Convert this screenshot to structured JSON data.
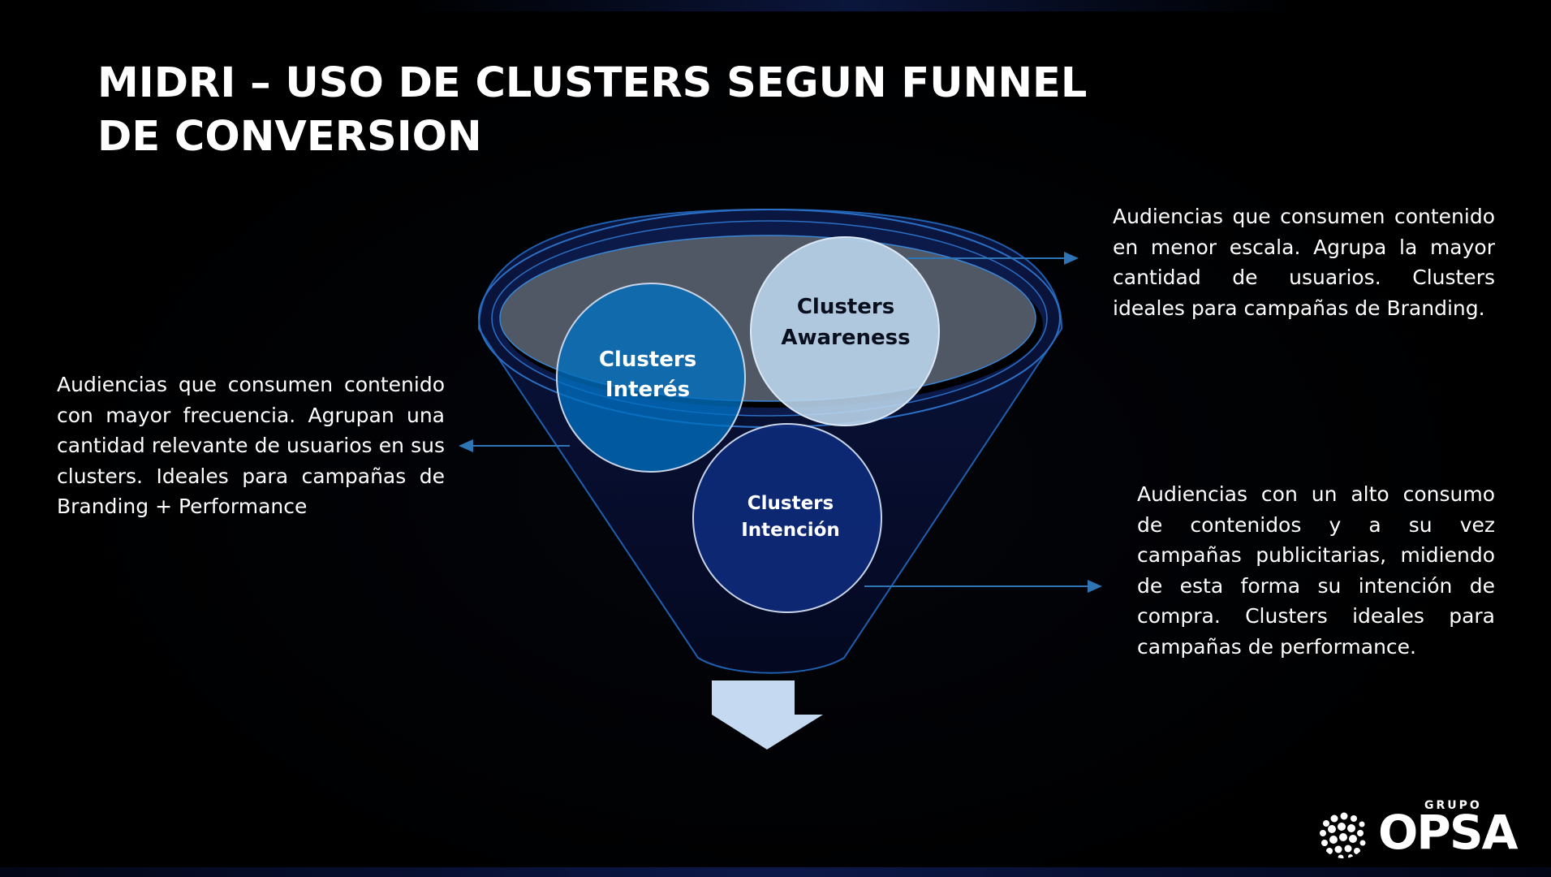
{
  "slide": {
    "title": "MIDRI – USO DE CLUSTERS SEGUN FUNNEL DE CONVERSION"
  },
  "funnel": {
    "circles": {
      "awareness": {
        "line1": "Clusters",
        "line2": "Awareness"
      },
      "interes": {
        "line1": "Clusters",
        "line2": "Interés"
      },
      "intencion": {
        "line1": "Clusters",
        "line2": "Intención"
      }
    }
  },
  "descriptions": {
    "awareness": "Audiencias que consumen contenido en menor escala. Agrupa la mayor cantidad de usuarios. Clusters ideales para campañas de Branding.",
    "interes": "Audiencias que consumen contenido con mayor frecuencia. Agrupan una cantidad relevante de usuarios en sus clusters. Ideales para campañas de Branding + Performance",
    "intencion": "Audiencias con un alto consumo de contenidos y a su vez campañas publicitarias, midiendo de esta forma su intención de compra. Clusters ideales para campañas de performance."
  },
  "logo": {
    "grupo": "GRUPO",
    "word": "OPSA"
  },
  "colors": {
    "background": "#000000",
    "funnel_body": "#050a24",
    "funnel_rim": "#4f5864",
    "awareness": "#bdd7ee",
    "interes": "#0070c0",
    "intencion": "#002060",
    "connector": "#2e75b6",
    "arrow": "#c5d9f1"
  },
  "icons": {
    "arrow_down": "block-arrow-down",
    "logo_mark": "dotted-sphere-icon"
  }
}
